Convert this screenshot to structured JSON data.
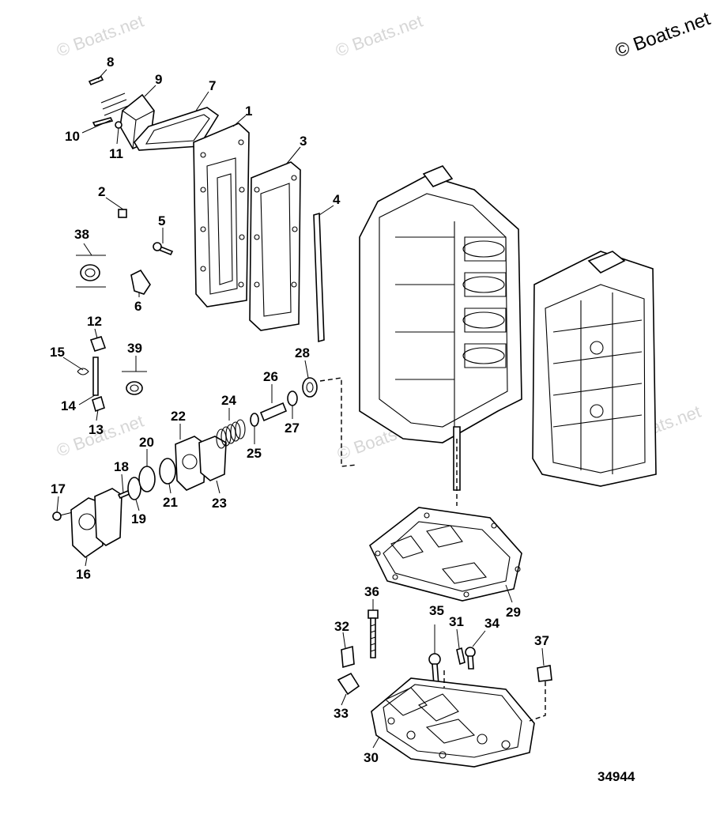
{
  "copyright": "© Boats.net",
  "watermark_text": "© Boats.net",
  "diagram_number": "34944",
  "callouts": [
    "1",
    "2",
    "3",
    "4",
    "5",
    "6",
    "7",
    "8",
    "9",
    "10",
    "11",
    "12",
    "13",
    "14",
    "15",
    "16",
    "17",
    "18",
    "19",
    "20",
    "21",
    "22",
    "23",
    "24",
    "25",
    "26",
    "27",
    "28",
    "29",
    "30",
    "31",
    "32",
    "33",
    "34",
    "35",
    "36",
    "37",
    "38",
    "39"
  ]
}
